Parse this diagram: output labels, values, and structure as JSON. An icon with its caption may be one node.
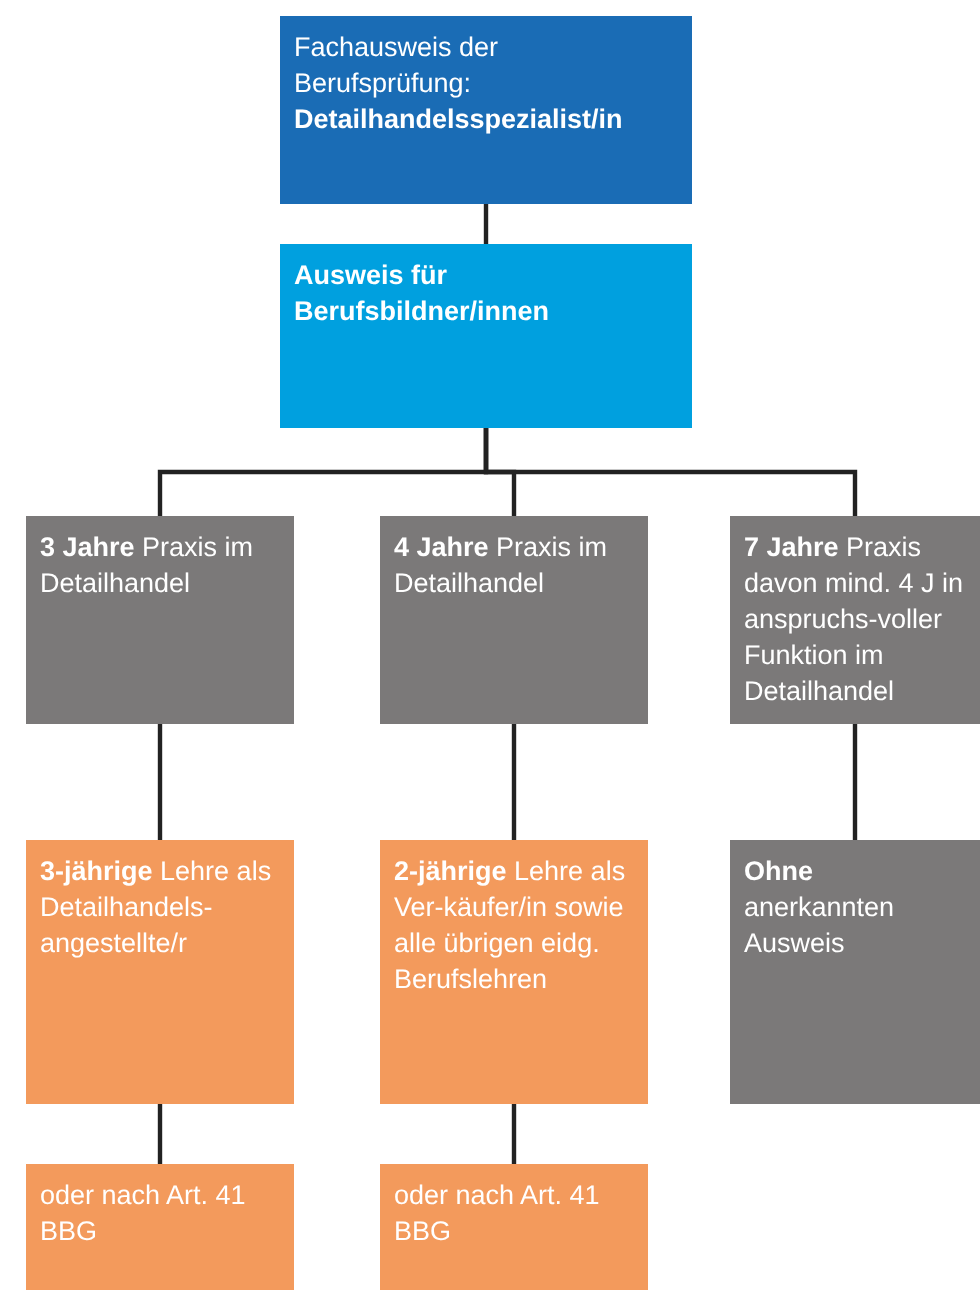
{
  "diagram": {
    "nodes": [
      {
        "text": [
          "Fachausweis der Berufsprüfung: **Detailhandelsspezialist/in**"
        ]
      },
      {
        "text": [
          "Ausweis für Berufsbildner/innen"
        ]
      },
      {
        "text": [
          "**3 Jahre** Praxis im Detailhandel"
        ]
      },
      {
        "text": [
          "**4 Jahre** Praxis im Detailhandel"
        ]
      },
      {
        "text": [
          "**7 Jahre** Praxis davon mind. 4 J in anspruchs-voller Funktion im Detailhandel"
        ]
      },
      {
        "text": [
          "**3-jährige** Lehre als Detailhandels-angestellte/r"
        ]
      },
      {
        "text": [
          "**2-jährige** Lehre als Ver-käufer/in sowie alle übrigen eidg. Berufslehren"
        ]
      },
      {
        "text": [
          "**Ohne** anerkannten Ausweis"
        ]
      },
      {
        "text": [
          "oder nach Art. 41 BBG"
        ]
      },
      {
        "text": [
          "oder nach Art. 41 BBG"
        ]
      }
    ],
    "edges": [
      {
        "from": 0,
        "to": 1,
        "arrow": "none"
      },
      {
        "from": 1,
        "to": 2,
        "arrow": "none"
      },
      {
        "from": 1,
        "to": 3,
        "arrow": "none"
      },
      {
        "from": 1,
        "to": 4,
        "arrow": "none"
      },
      {
        "from": 2,
        "to": 5,
        "arrow": "none"
      },
      {
        "from": 3,
        "to": 6,
        "arrow": "none"
      },
      {
        "from": 4,
        "to": 7,
        "arrow": "none"
      },
      {
        "from": 5,
        "to": 8,
        "arrow": "none"
      },
      {
        "from": 6,
        "to": 9,
        "arrow": "none"
      }
    ]
  }
}
